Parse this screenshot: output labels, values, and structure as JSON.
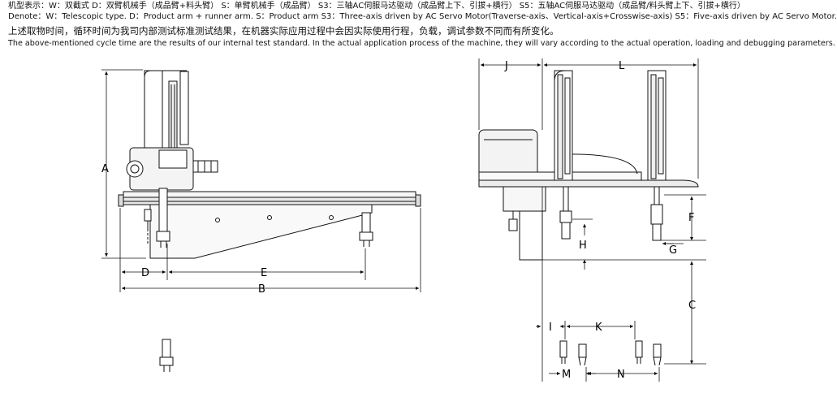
{
  "notes": {
    "line1_cn": "机型表示：W：双截式  D：双臂机械手（成品臂+料头臂）  S：单臂机械手（成品臂）  S3：三轴AC伺服马达驱动（成品臂上下、引拔+横行）  S5：五轴AC伺服马达驱动（成品臂/料头臂上下、引拔+横行）",
    "line2_en": "Denote：W：Telescopic type.  D：Product arm + runner arm.  S：Product arm  S3：Three-axis driven by AC Servo Motor(Traverse-axis、Vertical-axis+Crosswise-axis)  S5：Five-axis driven by AC Servo Motor.",
    "line3_cn": "上述取物时间，循环时间为我司内部测试标准测试结果，在机器实际应用过程中会因实际使用行程，负载，调试参数不同而有所变化。",
    "line4_en": "The above-mentioned cycle time are the results of our internal test standard. In the actual application process of the machine, they  will vary according to the actual operation, loading and debugging parameters."
  },
  "dimensions": {
    "A": "A",
    "B": "B",
    "C": "C",
    "D": "D",
    "E": "E",
    "F": "F",
    "G": "G",
    "H": "H",
    "I": "I",
    "J": "J",
    "K": "K",
    "L": "L",
    "M": "M",
    "N": "N"
  }
}
